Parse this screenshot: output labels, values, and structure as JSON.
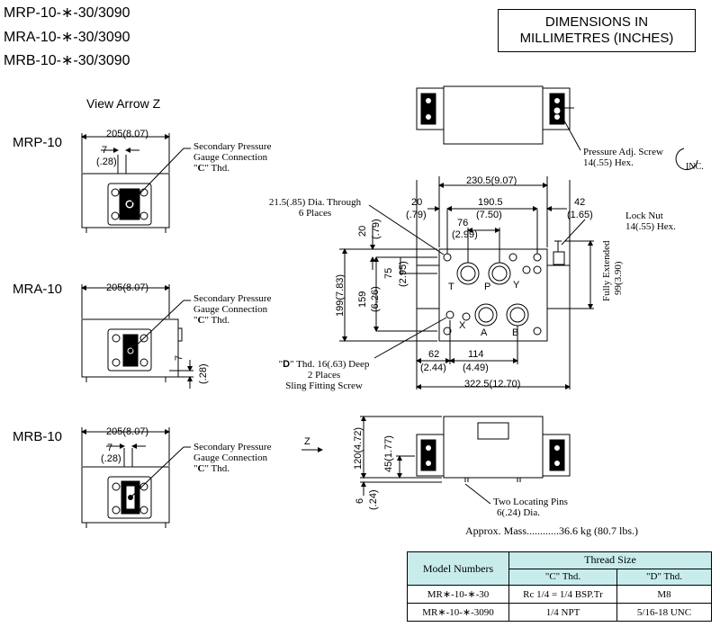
{
  "titles": [
    "MRP-10-∗-30/3090",
    "MRA-10-∗-30/3090",
    "MRB-10-∗-30/3090"
  ],
  "units_box": {
    "line1": "DIMENSIONS IN",
    "line2": "MILLIMETRES (INCHES)"
  },
  "view_arrow": "View Arrow Z",
  "models": {
    "mrp": "MRP-10",
    "mra": "MRA-10",
    "mrb": "MRB-10"
  },
  "dims": {
    "width_205": "205(8.07)",
    "d7": "7",
    "d7in": "(.28)",
    "overall_230": "230.5(9.07)",
    "d20": "20",
    "d20in": "(.79)",
    "d190": "190.5",
    "d190in": "(7.50)",
    "d42": "42",
    "d42in": "(1.65)",
    "d76": "76",
    "d76in": "(2.99)",
    "d20v": "20",
    "d20vin": "(.79)",
    "d199": "199(7.83)",
    "d159": "159",
    "d159in": "(6.26)",
    "d75": "75",
    "d75in": "(2.95)",
    "d62": "62",
    "d62in": "(2.44)",
    "d114": "114",
    "d114in": "(4.49)",
    "d322": "322.5(12.70)",
    "d120": "120(4.72)",
    "d45": "45(1.77)",
    "d6": "6",
    "d6in": "(.24)",
    "fully_ext": "Fully Extended",
    "fully_ext_val": "99(3.90)",
    "mra_7": "7",
    "mra_7in": "(.28)"
  },
  "notes": {
    "secondary_1": "Secondary Pressure",
    "secondary_2": "Gauge Connection",
    "secondary_3_pre": "\"",
    "secondary_3_bold": "C",
    "secondary_3_post": "\" Thd.",
    "pressure_adj_1": "Pressure Adj. Screw",
    "pressure_adj_2": "14(.55) Hex.",
    "inc": "INC.",
    "dia_through_1": "21.5(.85) Dia. Through",
    "dia_through_2": "6 Places",
    "lock_nut_1": "Lock Nut",
    "lock_nut_2": "14(.55) Hex.",
    "d_thd_pre": "\"",
    "d_thd_bold": "D",
    "d_thd_post": "\" Thd. 16(.63) Deep",
    "d_thd_2": "2 Places",
    "d_thd_3": "Sling Fitting Screw",
    "locating_1": "Two Locating Pins",
    "locating_2": "6(.24) Dia.",
    "z": "Z",
    "port_T": "T",
    "port_P": "P",
    "port_Y": "Y",
    "port_X": "X",
    "port_A": "A",
    "port_B": "B",
    "mass": "Approx. Mass............36.6 kg (80.7 lbs.)"
  },
  "thread_table": {
    "col_model": "Model Numbers",
    "col_thread": "Thread Size",
    "col_c": "\"C\" Thd.",
    "col_d": "\"D\" Thd.",
    "rows": [
      {
        "model": "MR∗-10-∗-30",
        "c": "Rc 1/4 = 1/4 BSP.Tr",
        "d": "M8"
      },
      {
        "model": "MR∗-10-∗-3090",
        "c": "1/4 NPT",
        "d": "5/16-18 UNC"
      }
    ]
  }
}
